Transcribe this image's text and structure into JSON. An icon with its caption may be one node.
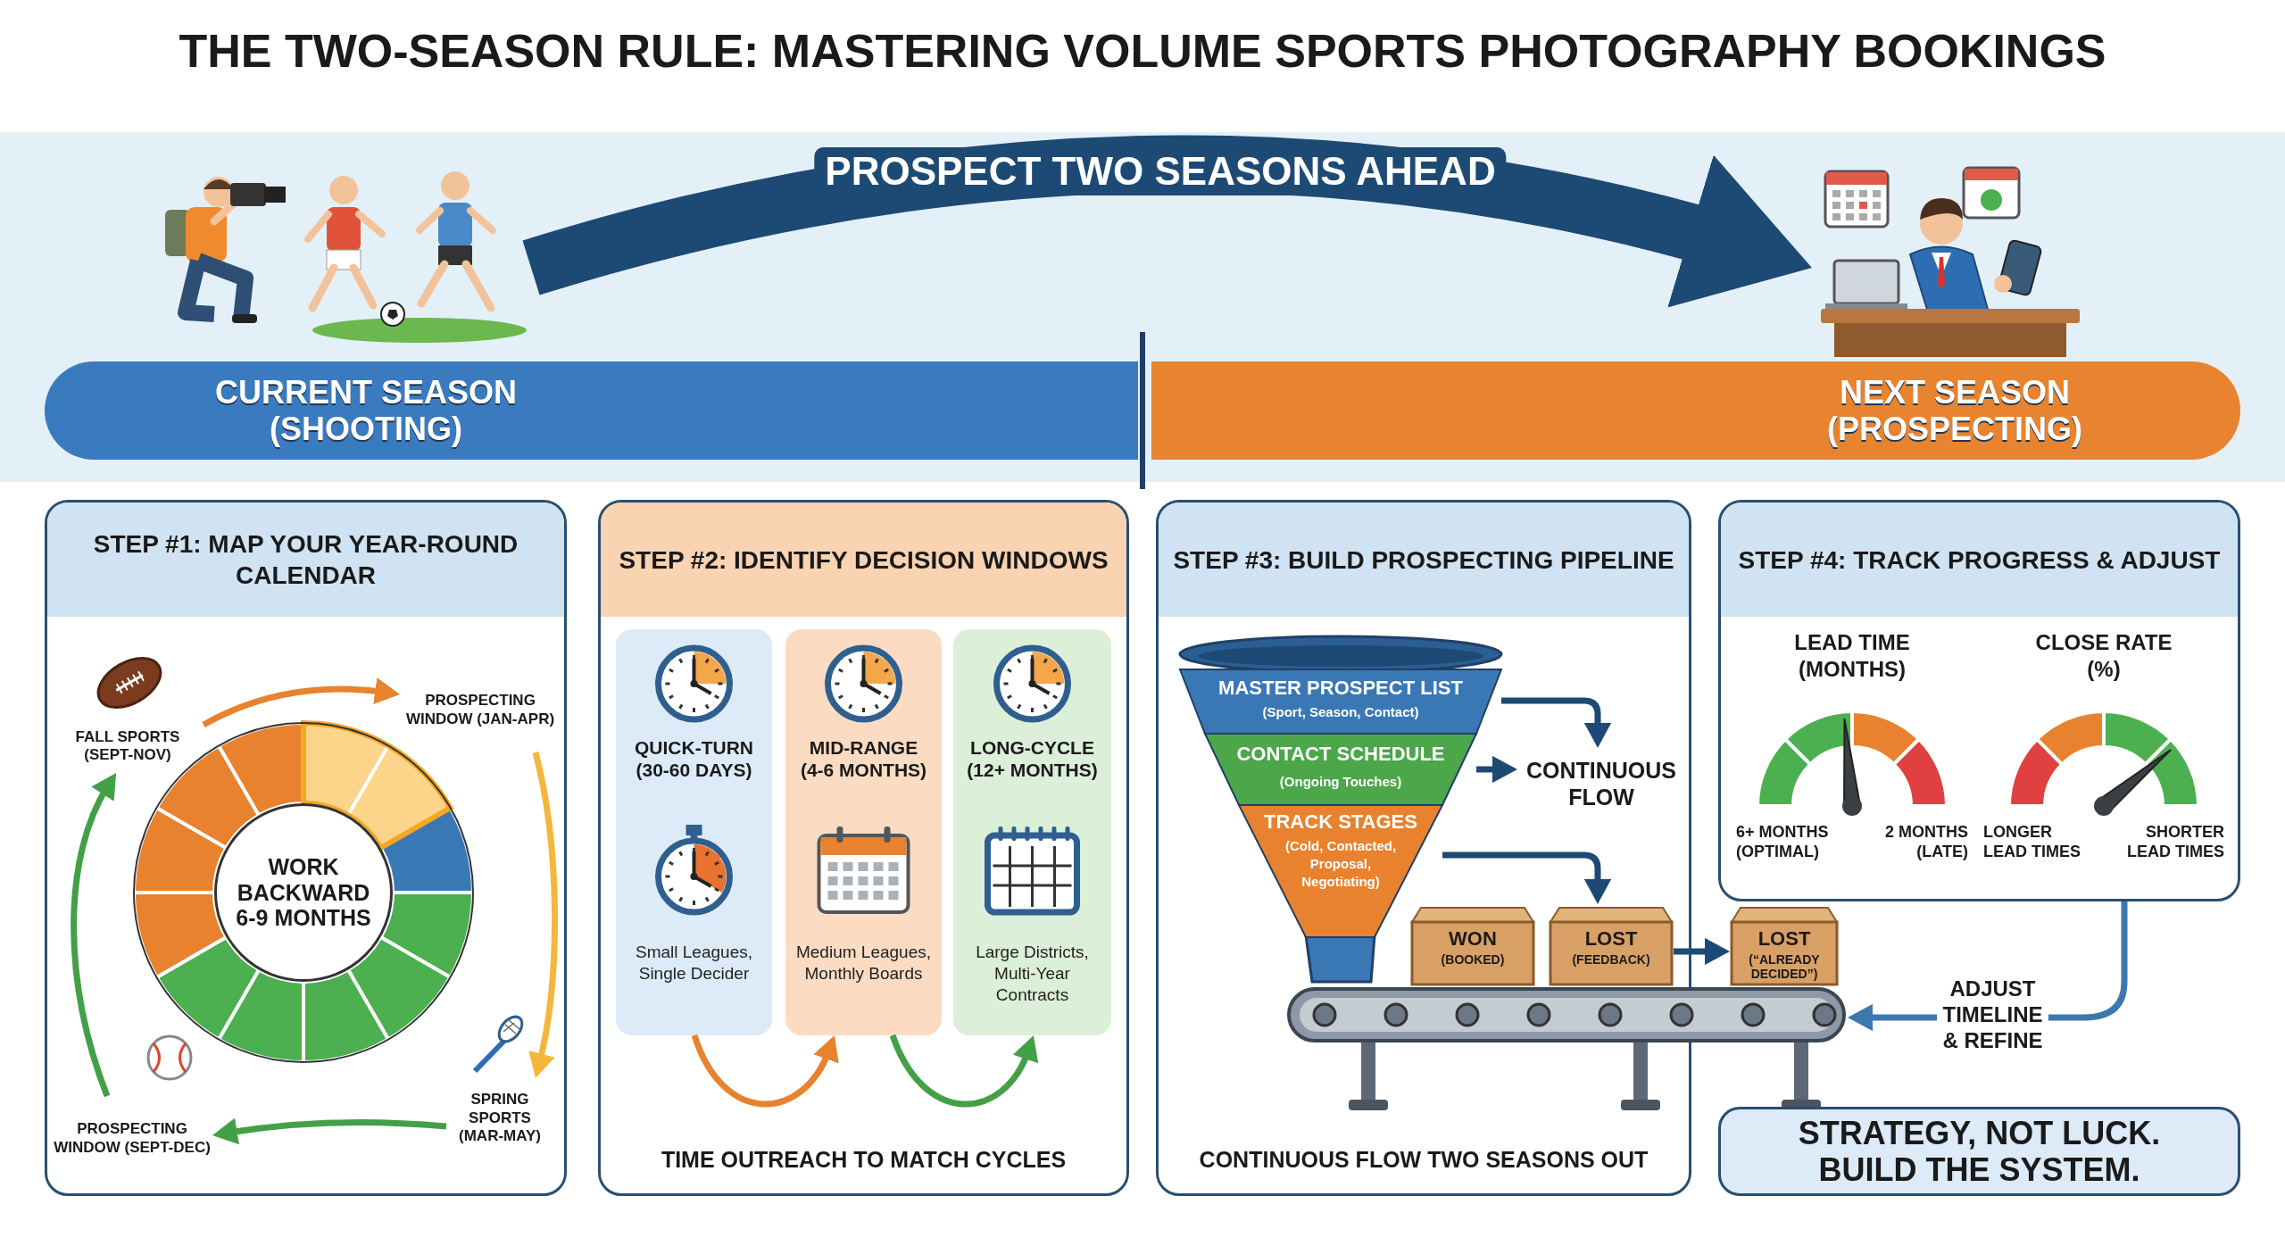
{
  "diagram": {
    "title": "THE **TWO-SEASON RULE**: MASTERING VOLUME SPORTS PHOTOGRAPHY BOOKINGS",
    "nodes": [
      {
        "text": [],
        "shape": "picture"
      },
      {
        "text": [],
        "shape": "picture"
      },
      {
        "text": [
          "CURRENT SEASON (SHOOTING)"
        ]
      },
      {
        "text": [
          "NEXT SEASON (PROSPECTING)"
        ]
      },
      {
        "text": [
          "STEP #1: MAP YOUR YEAR-ROUND CALENDAR"
        ]
      },
      {
        "text": [
          "WORK BACKWARD 6-9 MONTHS"
        ],
        "in": 4
      },
      {
        "text": [
          "FALL SPORTS (SEPT-NOV)"
        ],
        "in": 4
      },
      {
        "text": [
          "PROSPECTING WINDOW (JAN-APR)"
        ],
        "in": 4
      },
      {
        "text": [
          "SPRING SPORTS (MAR-MAY)"
        ],
        "in": 4
      },
      {
        "text": [
          "PROSPECTING WINDOW (SEPT-DEC)"
        ],
        "in": 4
      },
      {
        "text": [
          "STEP #2: IDENTIFY DECISION WINDOWS",
          "TIME OUTREACH TO MATCH CYCLES"
        ]
      },
      {
        "text": [
          "QUICK-TURN (30-60 DAYS)",
          "Small Leagues, Single Decider"
        ],
        "in": 10
      },
      {
        "text": [
          "MID-RANGE (4-6 MONTHS)",
          "Medium Leagues, Monthly Boards"
        ],
        "in": 10
      },
      {
        "text": [
          "LONG-CYCLE (12+ MONTHS)",
          "Large Districts, Multi-Year Contracts"
        ],
        "in": 10
      },
      {
        "text": [
          "STEP #3: BUILD PROSPECTING PIPELINE",
          "CONTINUOUS FLOW TWO SEASONS OUT"
        ]
      },
      {
        "text": [
          "MASTER PROSPECT LIST",
          "(Sport, Season, Contact)"
        ],
        "in": 14
      },
      {
        "text": [
          "CONTACT SCHEDULE",
          "(Ongoing Touches)"
        ],
        "in": 14
      },
      {
        "text": [
          "TRACK STAGES",
          "(Cold, Contacted, Proposal, Negotiating)"
        ],
        "in": 14
      },
      {
        "text": [
          "CONTINUOUS FLOW"
        ],
        "in": 14
      },
      {
        "text": [
          "WON",
          "(BOOKED)"
        ],
        "in": 14
      },
      {
        "text": [
          "LOST",
          "(FEEDBACK)"
        ],
        "in": 14
      },
      {
        "text": [
          "LOST",
          "(“ALREADY DECIDED”)"
        ]
      },
      {
        "text": [],
        "shape": "picture"
      },
      {
        "text": [
          "STEP #4: TRACK PROGRESS & ADJUST"
        ]
      },
      {
        "text": [
          "LEAD TIME (MONTHS)",
          "6+ MONTHS (OPTIMAL)",
          "2 MONTHS (LATE)"
        ],
        "in": 23
      },
      {
        "text": [
          "CLOSE RATE (%)",
          "LONGER LEAD TIMES",
          "SHORTER LEAD TIMES"
        ],
        "in": 23
      },
      {
        "text": [
          "ADJUST TIMELINE & REFINE"
        ]
      },
      {
        "text": [
          "STRATEGY, NOT LUCK. BUILD THE SYSTEM."
        ]
      }
    ],
    "edges": [
      {
        "from": 0,
        "to": 1,
        "arrow": "to",
        "label": "PROSPECT **TWO SEASONS** AHEAD",
        "style": "thick"
      },
      {
        "from": 6,
        "to": 7,
        "arrow": "to",
        "color": "#e8822e"
      },
      {
        "from": 7,
        "to": 8,
        "arrow": "to",
        "color": "#f4b63c"
      },
      {
        "from": 8,
        "to": 9,
        "arrow": "to",
        "color": "#43a047"
      },
      {
        "from": 9,
        "to": 6,
        "arrow": "to",
        "color": "#43a047"
      },
      {
        "from": 11,
        "to": 12,
        "arrow": "to",
        "color": "#e8822e"
      },
      {
        "from": 12,
        "to": 13,
        "arrow": "to",
        "color": "#43a047"
      },
      {
        "from": 15,
        "to": 18,
        "arrow": "to"
      },
      {
        "from": 16,
        "to": 18,
        "arrow": "to"
      },
      {
        "from": 17,
        "to": 20,
        "arrow": "to"
      },
      {
        "from": 20,
        "to": 21,
        "arrow": "to"
      },
      {
        "from": 23,
        "to": 26,
        "arrow": "none",
        "color": "#3b78b0"
      },
      {
        "from": 26,
        "to": 22,
        "arrow": "to",
        "color": "#3b78b0"
      }
    ]
  }
}
